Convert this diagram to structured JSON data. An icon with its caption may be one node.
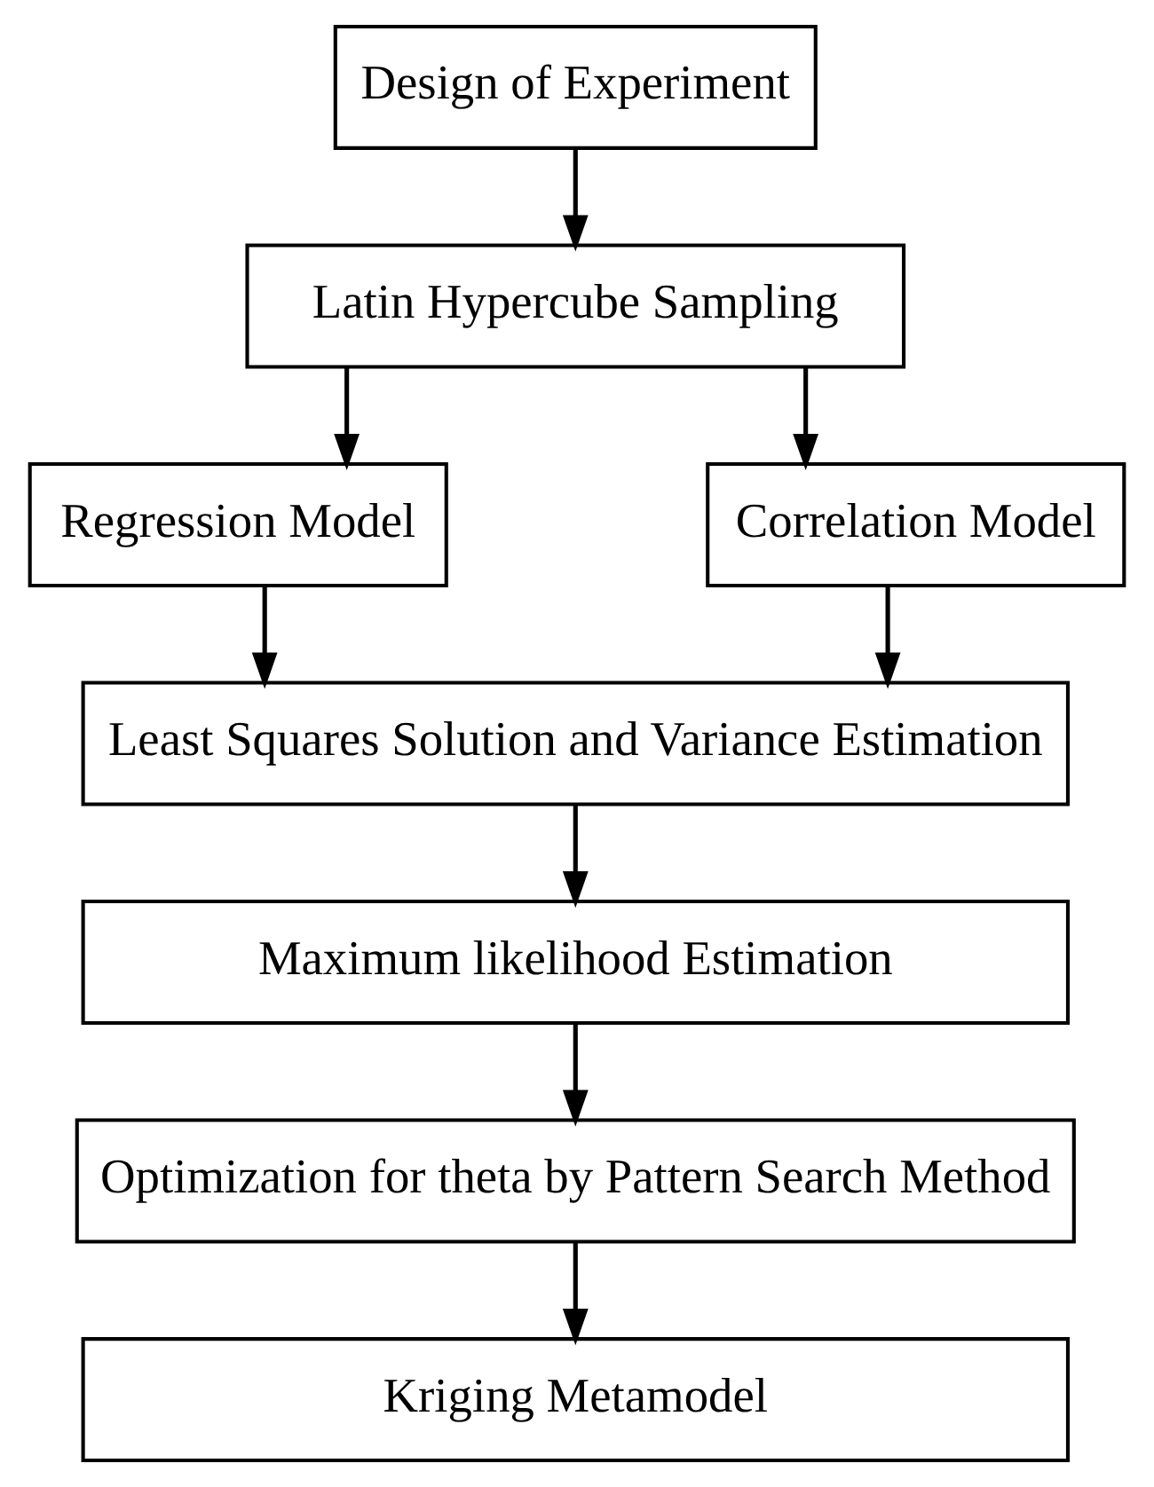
{
  "diagram": {
    "nodes": [
      {
        "text": [
          "Design of Experiment"
        ]
      },
      {
        "text": [
          "Latin Hypercube Sampling"
        ]
      },
      {
        "text": [
          "Regression Model"
        ]
      },
      {
        "text": [
          "Correlation Model"
        ]
      },
      {
        "text": [
          "Least Squares Solution and Variance Estimation"
        ]
      },
      {
        "text": [
          "Maximum likelihood Estimation"
        ]
      },
      {
        "text": [
          "Optimization for theta by Pattern Search Method"
        ]
      },
      {
        "text": [
          "Kriging Metamodel"
        ]
      }
    ],
    "edges": [
      {
        "from": 0,
        "to": 1,
        "arrow": "to"
      },
      {
        "from": 1,
        "to": 2,
        "arrow": "to"
      },
      {
        "from": 1,
        "to": 3,
        "arrow": "to"
      },
      {
        "from": 2,
        "to": 4,
        "arrow": "to"
      },
      {
        "from": 3,
        "to": 4,
        "arrow": "to"
      },
      {
        "from": 4,
        "to": 5,
        "arrow": "to"
      },
      {
        "from": 5,
        "to": 6,
        "arrow": "to"
      },
      {
        "from": 6,
        "to": 7,
        "arrow": "to"
      }
    ]
  }
}
